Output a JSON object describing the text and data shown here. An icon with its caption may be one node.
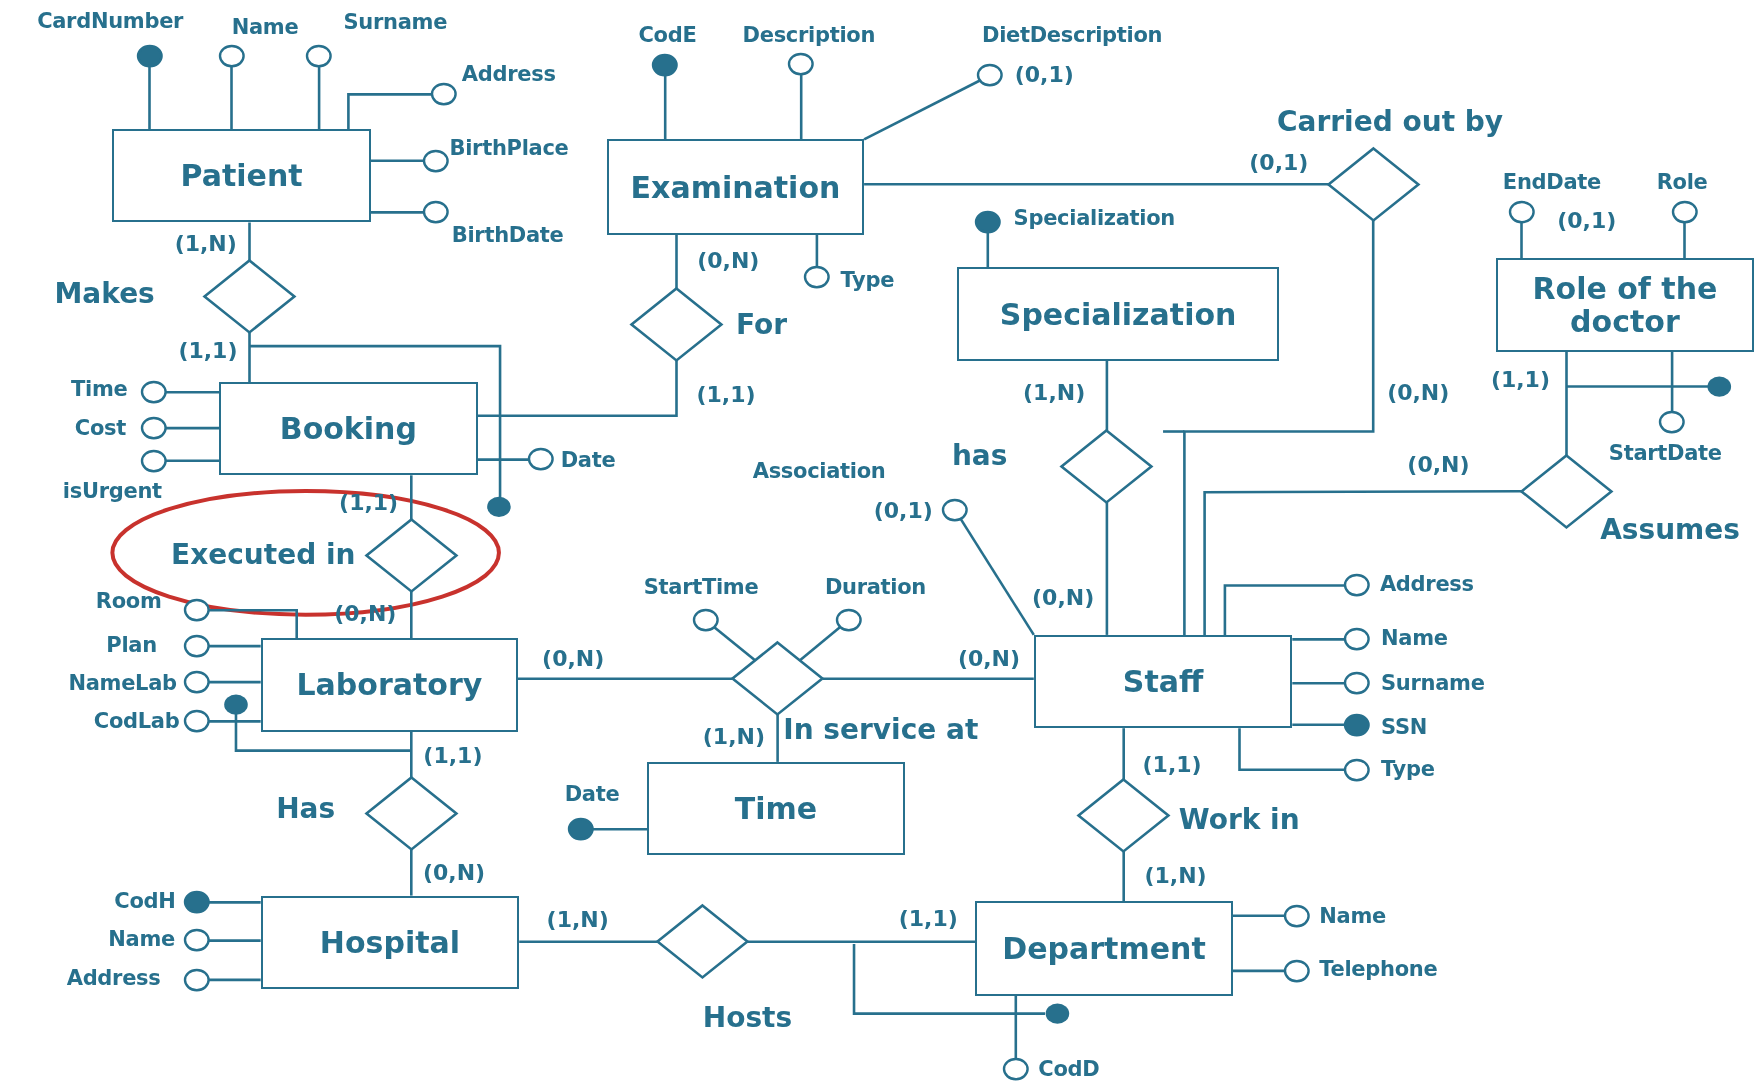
{
  "diagram": {
    "nodes": [
      {
        "text": [
          "Patient"
        ]
      },
      {
        "text": [
          "CardNumber"
        ]
      },
      {
        "text": [
          "Name"
        ]
      },
      {
        "text": [
          "Surname"
        ]
      },
      {
        "text": [
          "Address"
        ]
      },
      {
        "text": [
          "BirthPlace"
        ]
      },
      {
        "text": [
          "BirthDate"
        ]
      },
      {
        "text": [
          "Examination"
        ]
      },
      {
        "text": [
          "CodE"
        ]
      },
      {
        "text": [
          "Description"
        ]
      },
      {
        "text": [
          "DietDescription",
          "(0,1)"
        ]
      },
      {
        "text": [
          "Type"
        ]
      },
      {
        "text": [],
        "shape": "diamond",
        "beside": [
          "Carried out by"
        ]
      },
      {
        "text": [],
        "shape": "diamond",
        "beside": [
          "Makes"
        ]
      },
      {
        "text": [],
        "shape": "diamond",
        "beside": [
          "For"
        ]
      },
      {
        "text": [
          "Specialization"
        ]
      },
      {
        "text": [
          "Specialization"
        ]
      },
      {
        "text": [
          "Role of the doctor"
        ]
      },
      {
        "text": [
          "EndDate",
          "(0,1)"
        ]
      },
      {
        "text": [
          "Role"
        ]
      },
      {
        "text": [
          "StartDate"
        ]
      },
      {
        "text": [
          "Booking"
        ]
      },
      {
        "text": [
          "Time"
        ]
      },
      {
        "text": [
          "Cost"
        ]
      },
      {
        "text": [
          "isUrgent"
        ]
      },
      {
        "text": [
          "Date"
        ]
      },
      {
        "text": [],
        "shape": "diamond",
        "beside": [
          "has"
        ]
      },
      {
        "text": [],
        "shape": "diamond",
        "beside": [
          "Assumes"
        ]
      },
      {
        "text": [
          "Association",
          "(0,1)"
        ]
      },
      {
        "text": [],
        "shape": "diamond",
        "beside": [
          "Executed in"
        ]
      },
      {
        "text": [
          "Laboratory"
        ]
      },
      {
        "text": [
          "Room"
        ]
      },
      {
        "text": [
          "Plan"
        ]
      },
      {
        "text": [
          "NameLab"
        ]
      },
      {
        "text": [
          "CodLab"
        ]
      },
      {
        "text": [],
        "shape": "diamond",
        "beside": [
          "In service at"
        ]
      },
      {
        "text": [
          "StartTime"
        ]
      },
      {
        "text": [
          "Duration"
        ]
      },
      {
        "text": [
          "Staff"
        ]
      },
      {
        "text": [
          "Address"
        ]
      },
      {
        "text": [
          "Name"
        ]
      },
      {
        "text": [
          "Surname"
        ]
      },
      {
        "text": [
          "SSN"
        ]
      },
      {
        "text": [
          "Type"
        ]
      },
      {
        "text": [],
        "shape": "diamond",
        "beside": [
          "Has"
        ]
      },
      {
        "text": [
          "Time"
        ]
      },
      {
        "text": [
          "Date"
        ]
      },
      {
        "text": [],
        "shape": "diamond",
        "beside": [
          "Work in"
        ]
      },
      {
        "text": [
          "Hospital"
        ]
      },
      {
        "text": [
          "CodH"
        ]
      },
      {
        "text": [
          "Name"
        ]
      },
      {
        "text": [
          "Address"
        ]
      },
      {
        "text": [],
        "shape": "diamond",
        "beside": [
          "Hosts"
        ]
      },
      {
        "text": [
          "Department"
        ]
      },
      {
        "text": [
          "Name"
        ]
      },
      {
        "text": [
          "Telephone"
        ]
      },
      {
        "text": [
          "CodD"
        ]
      }
    ],
    "edges": [
      {
        "from": 0,
        "to": 1,
        "arrow": "none"
      },
      {
        "from": 0,
        "to": 2,
        "arrow": "none"
      },
      {
        "from": 0,
        "to": 3,
        "arrow": "none"
      },
      {
        "from": 0,
        "to": 4,
        "arrow": "none"
      },
      {
        "from": 0,
        "to": 5,
        "arrow": "none"
      },
      {
        "from": 0,
        "to": 6,
        "arrow": "none"
      },
      {
        "from": 7,
        "to": 8,
        "arrow": "none"
      },
      {
        "from": 7,
        "to": 9,
        "arrow": "none"
      },
      {
        "from": 7,
        "to": 10,
        "arrow": "none"
      },
      {
        "from": 7,
        "to": 11,
        "arrow": "none"
      },
      {
        "from": 0,
        "to": 13,
        "label": "(1,N)",
        "arrow": "none"
      },
      {
        "from": 21,
        "to": 13,
        "label": "(1,1)",
        "arrow": "none"
      },
      {
        "from": 7,
        "to": 14,
        "label": "(0,N)",
        "arrow": "none"
      },
      {
        "from": 21,
        "to": 14,
        "label": "(1,1)",
        "arrow": "none"
      },
      {
        "from": 7,
        "to": 12,
        "label": "(0,1)",
        "arrow": "none"
      },
      {
        "from": 38,
        "to": 12,
        "label": "(0,N)",
        "arrow": "none"
      },
      {
        "from": 15,
        "to": 16,
        "arrow": "none"
      },
      {
        "from": 15,
        "to": 26,
        "label": "(1,N)",
        "arrow": "none"
      },
      {
        "from": 38,
        "to": 26,
        "label": "(0,N)",
        "arrow": "none"
      },
      {
        "from": 17,
        "to": 18,
        "arrow": "none"
      },
      {
        "from": 17,
        "to": 19,
        "arrow": "none"
      },
      {
        "from": 17,
        "to": 20,
        "arrow": "none"
      },
      {
        "from": 17,
        "to": 27,
        "label": "(1,1)",
        "arrow": "none"
      },
      {
        "from": 38,
        "to": 27,
        "label": "(0,N)",
        "arrow": "none"
      },
      {
        "from": 21,
        "to": 22,
        "arrow": "none"
      },
      {
        "from": 21,
        "to": 23,
        "arrow": "none"
      },
      {
        "from": 21,
        "to": 24,
        "arrow": "none"
      },
      {
        "from": 21,
        "to": 25,
        "arrow": "none"
      },
      {
        "from": 21,
        "to": 29,
        "label": "(1,1)",
        "arrow": "none"
      },
      {
        "from": 30,
        "to": 29,
        "label": "(0,N)",
        "arrow": "none"
      },
      {
        "from": 38,
        "to": 28,
        "arrow": "none"
      },
      {
        "from": 30,
        "to": 31,
        "arrow": "none"
      },
      {
        "from": 30,
        "to": 32,
        "arrow": "none"
      },
      {
        "from": 30,
        "to": 33,
        "arrow": "none"
      },
      {
        "from": 30,
        "to": 34,
        "arrow": "none"
      },
      {
        "from": 30,
        "to": 35,
        "label": "(0,N)",
        "arrow": "none"
      },
      {
        "from": 38,
        "to": 35,
        "label": "(0,N)",
        "arrow": "none"
      },
      {
        "from": 45,
        "to": 35,
        "label": "(1,N)",
        "arrow": "none"
      },
      {
        "from": 35,
        "to": 36,
        "arrow": "none"
      },
      {
        "from": 35,
        "to": 37,
        "arrow": "none"
      },
      {
        "from": 38,
        "to": 39,
        "arrow": "none"
      },
      {
        "from": 38,
        "to": 40,
        "arrow": "none"
      },
      {
        "from": 38,
        "to": 41,
        "arrow": "none"
      },
      {
        "from": 38,
        "to": 42,
        "arrow": "none"
      },
      {
        "from": 38,
        "to": 43,
        "arrow": "none"
      },
      {
        "from": 30,
        "to": 44,
        "label": "(1,1)",
        "arrow": "none"
      },
      {
        "from": 48,
        "to": 44,
        "label": "(0,N)",
        "arrow": "none"
      },
      {
        "from": 45,
        "to": 46,
        "arrow": "none"
      },
      {
        "from": 38,
        "to": 47,
        "label": "(1,1)",
        "arrow": "none"
      },
      {
        "from": 53,
        "to": 47,
        "label": "(1,N)",
        "arrow": "none"
      },
      {
        "from": 48,
        "to": 49,
        "arrow": "none"
      },
      {
        "from": 48,
        "to": 50,
        "arrow": "none"
      },
      {
        "from": 48,
        "to": 51,
        "arrow": "none"
      },
      {
        "from": 48,
        "to": 52,
        "label": "(1,N)",
        "arrow": "none"
      },
      {
        "from": 53,
        "to": 52,
        "label": "(1,1)",
        "arrow": "none"
      },
      {
        "from": 53,
        "to": 54,
        "arrow": "none"
      },
      {
        "from": 53,
        "to": 55,
        "arrow": "none"
      },
      {
        "from": 53,
        "to": 56,
        "arrow": "none"
      }
    ]
  }
}
